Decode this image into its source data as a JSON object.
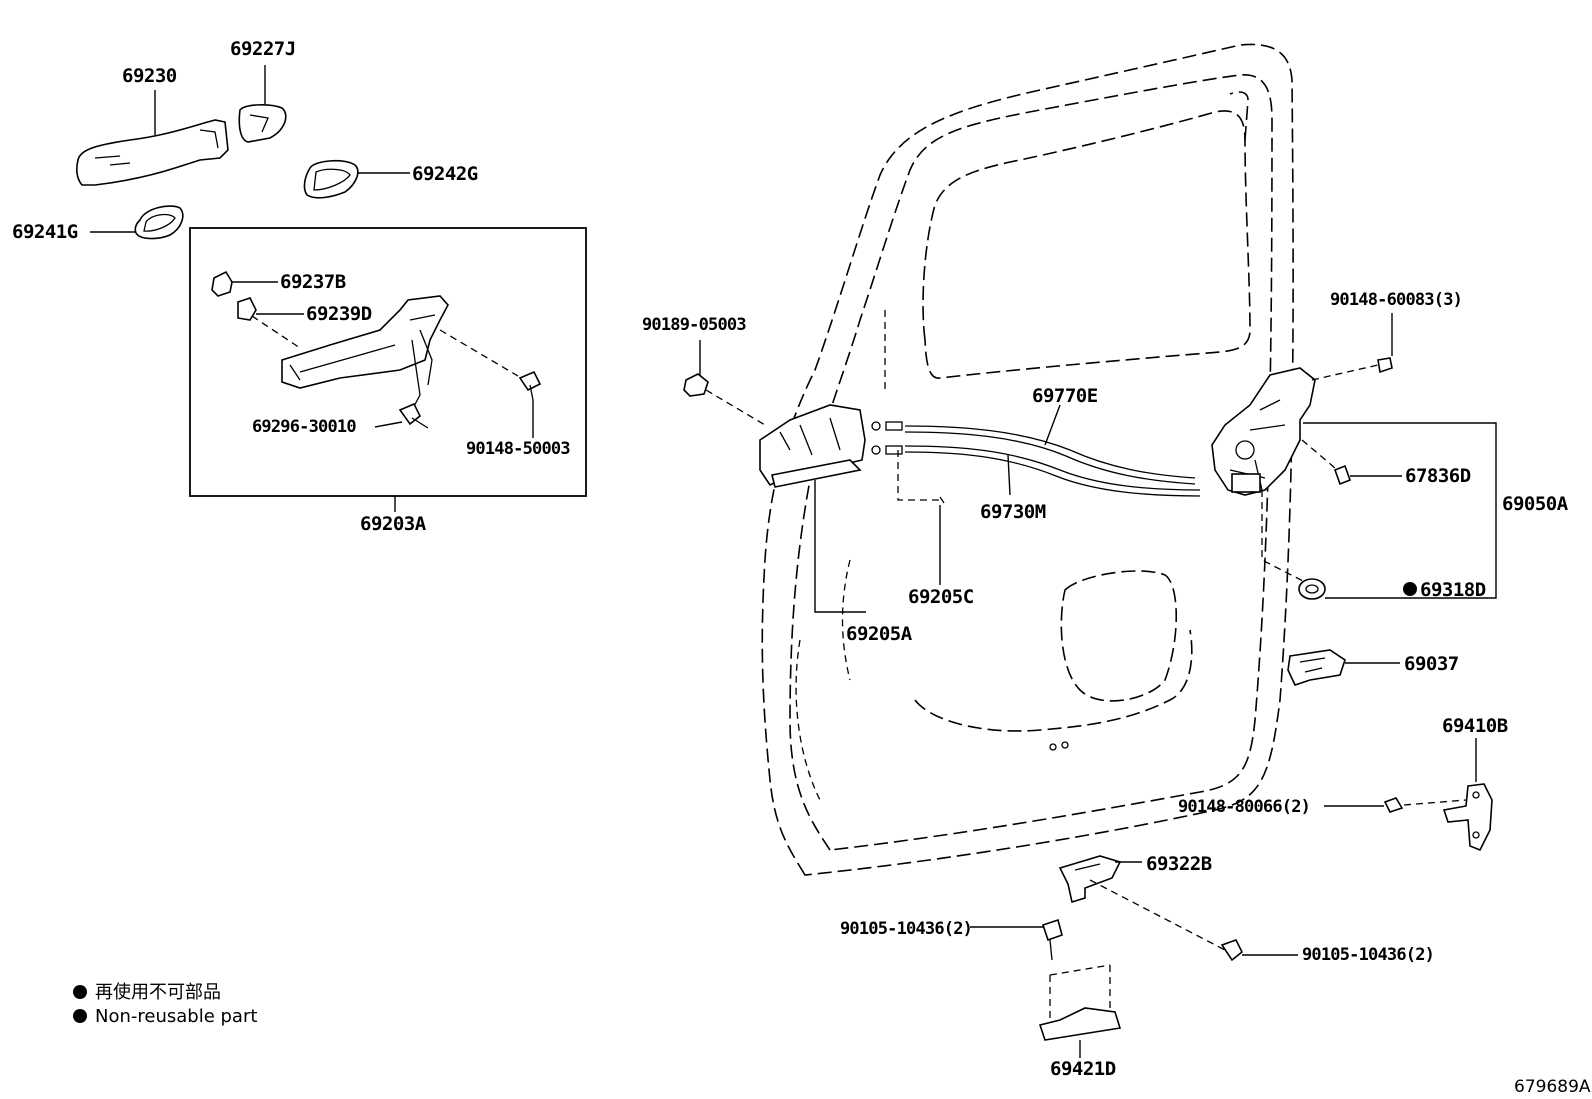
{
  "labels": {
    "p69230": "69230",
    "p69227J": "69227J",
    "p69242G": "69242G",
    "p69241G": "69241G",
    "p69237B": "69237B",
    "p69239D": "69239D",
    "p69296": "69296-30010",
    "p90148_50003": "90148-50003",
    "p69203A": "69203A",
    "p90189": "90189-05003",
    "p69770E": "69770E",
    "p69730M": "69730M",
    "p69205C": "69205C",
    "p69205A": "69205A",
    "p90148_60083": "90148-60083(3)",
    "p67836D": "67836D",
    "p69050A": "69050A",
    "p69318D": "69318D",
    "p69037": "69037",
    "p69410B": "69410B",
    "p90148_80066": "90148-80066(2)",
    "p69322B": "69322B",
    "p90105_a": "90105-10436(2)",
    "p90105_b": "90105-10436(2)",
    "p69421D": "69421D"
  },
  "legend": {
    "line1": "再使用不可部品",
    "line2": "Non-reusable part"
  },
  "reference": "679689A"
}
